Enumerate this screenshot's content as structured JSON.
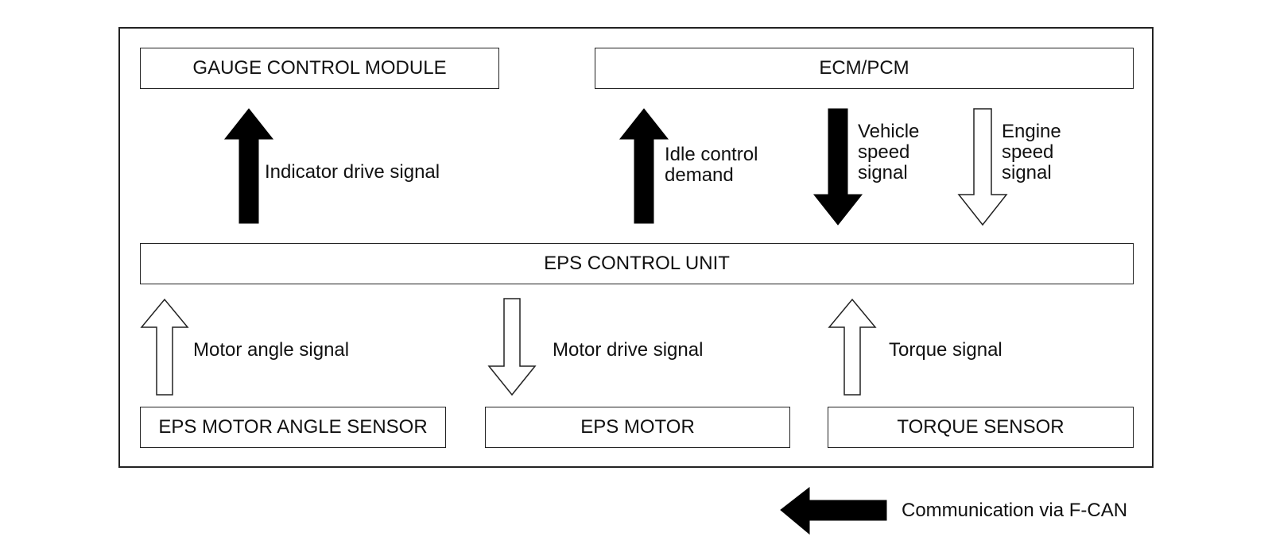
{
  "boxes": {
    "gauge": "GAUGE CONTROL MODULE",
    "ecm": "ECM/PCM",
    "eps_unit": "EPS CONTROL UNIT",
    "motor_angle_sensor": "EPS MOTOR ANGLE SENSOR",
    "eps_motor": "EPS MOTOR",
    "torque_sensor": "TORQUE SENSOR"
  },
  "signals": {
    "indicator_drive": "Indicator drive signal",
    "idle_control_1": "Idle control",
    "idle_control_2": "demand",
    "vehicle_speed_1": "Vehicle",
    "vehicle_speed_2": "speed",
    "vehicle_speed_3": "signal",
    "engine_speed_1": "Engine",
    "engine_speed_2": "speed",
    "engine_speed_3": "signal",
    "motor_angle": "Motor angle signal",
    "motor_drive": "Motor drive signal",
    "torque": "Torque signal"
  },
  "legend": {
    "label": "Communication via F-CAN"
  },
  "colors": {
    "f_can_arrow": "#000000",
    "wire_arrow": "#ffffff",
    "outline": "#222222"
  }
}
